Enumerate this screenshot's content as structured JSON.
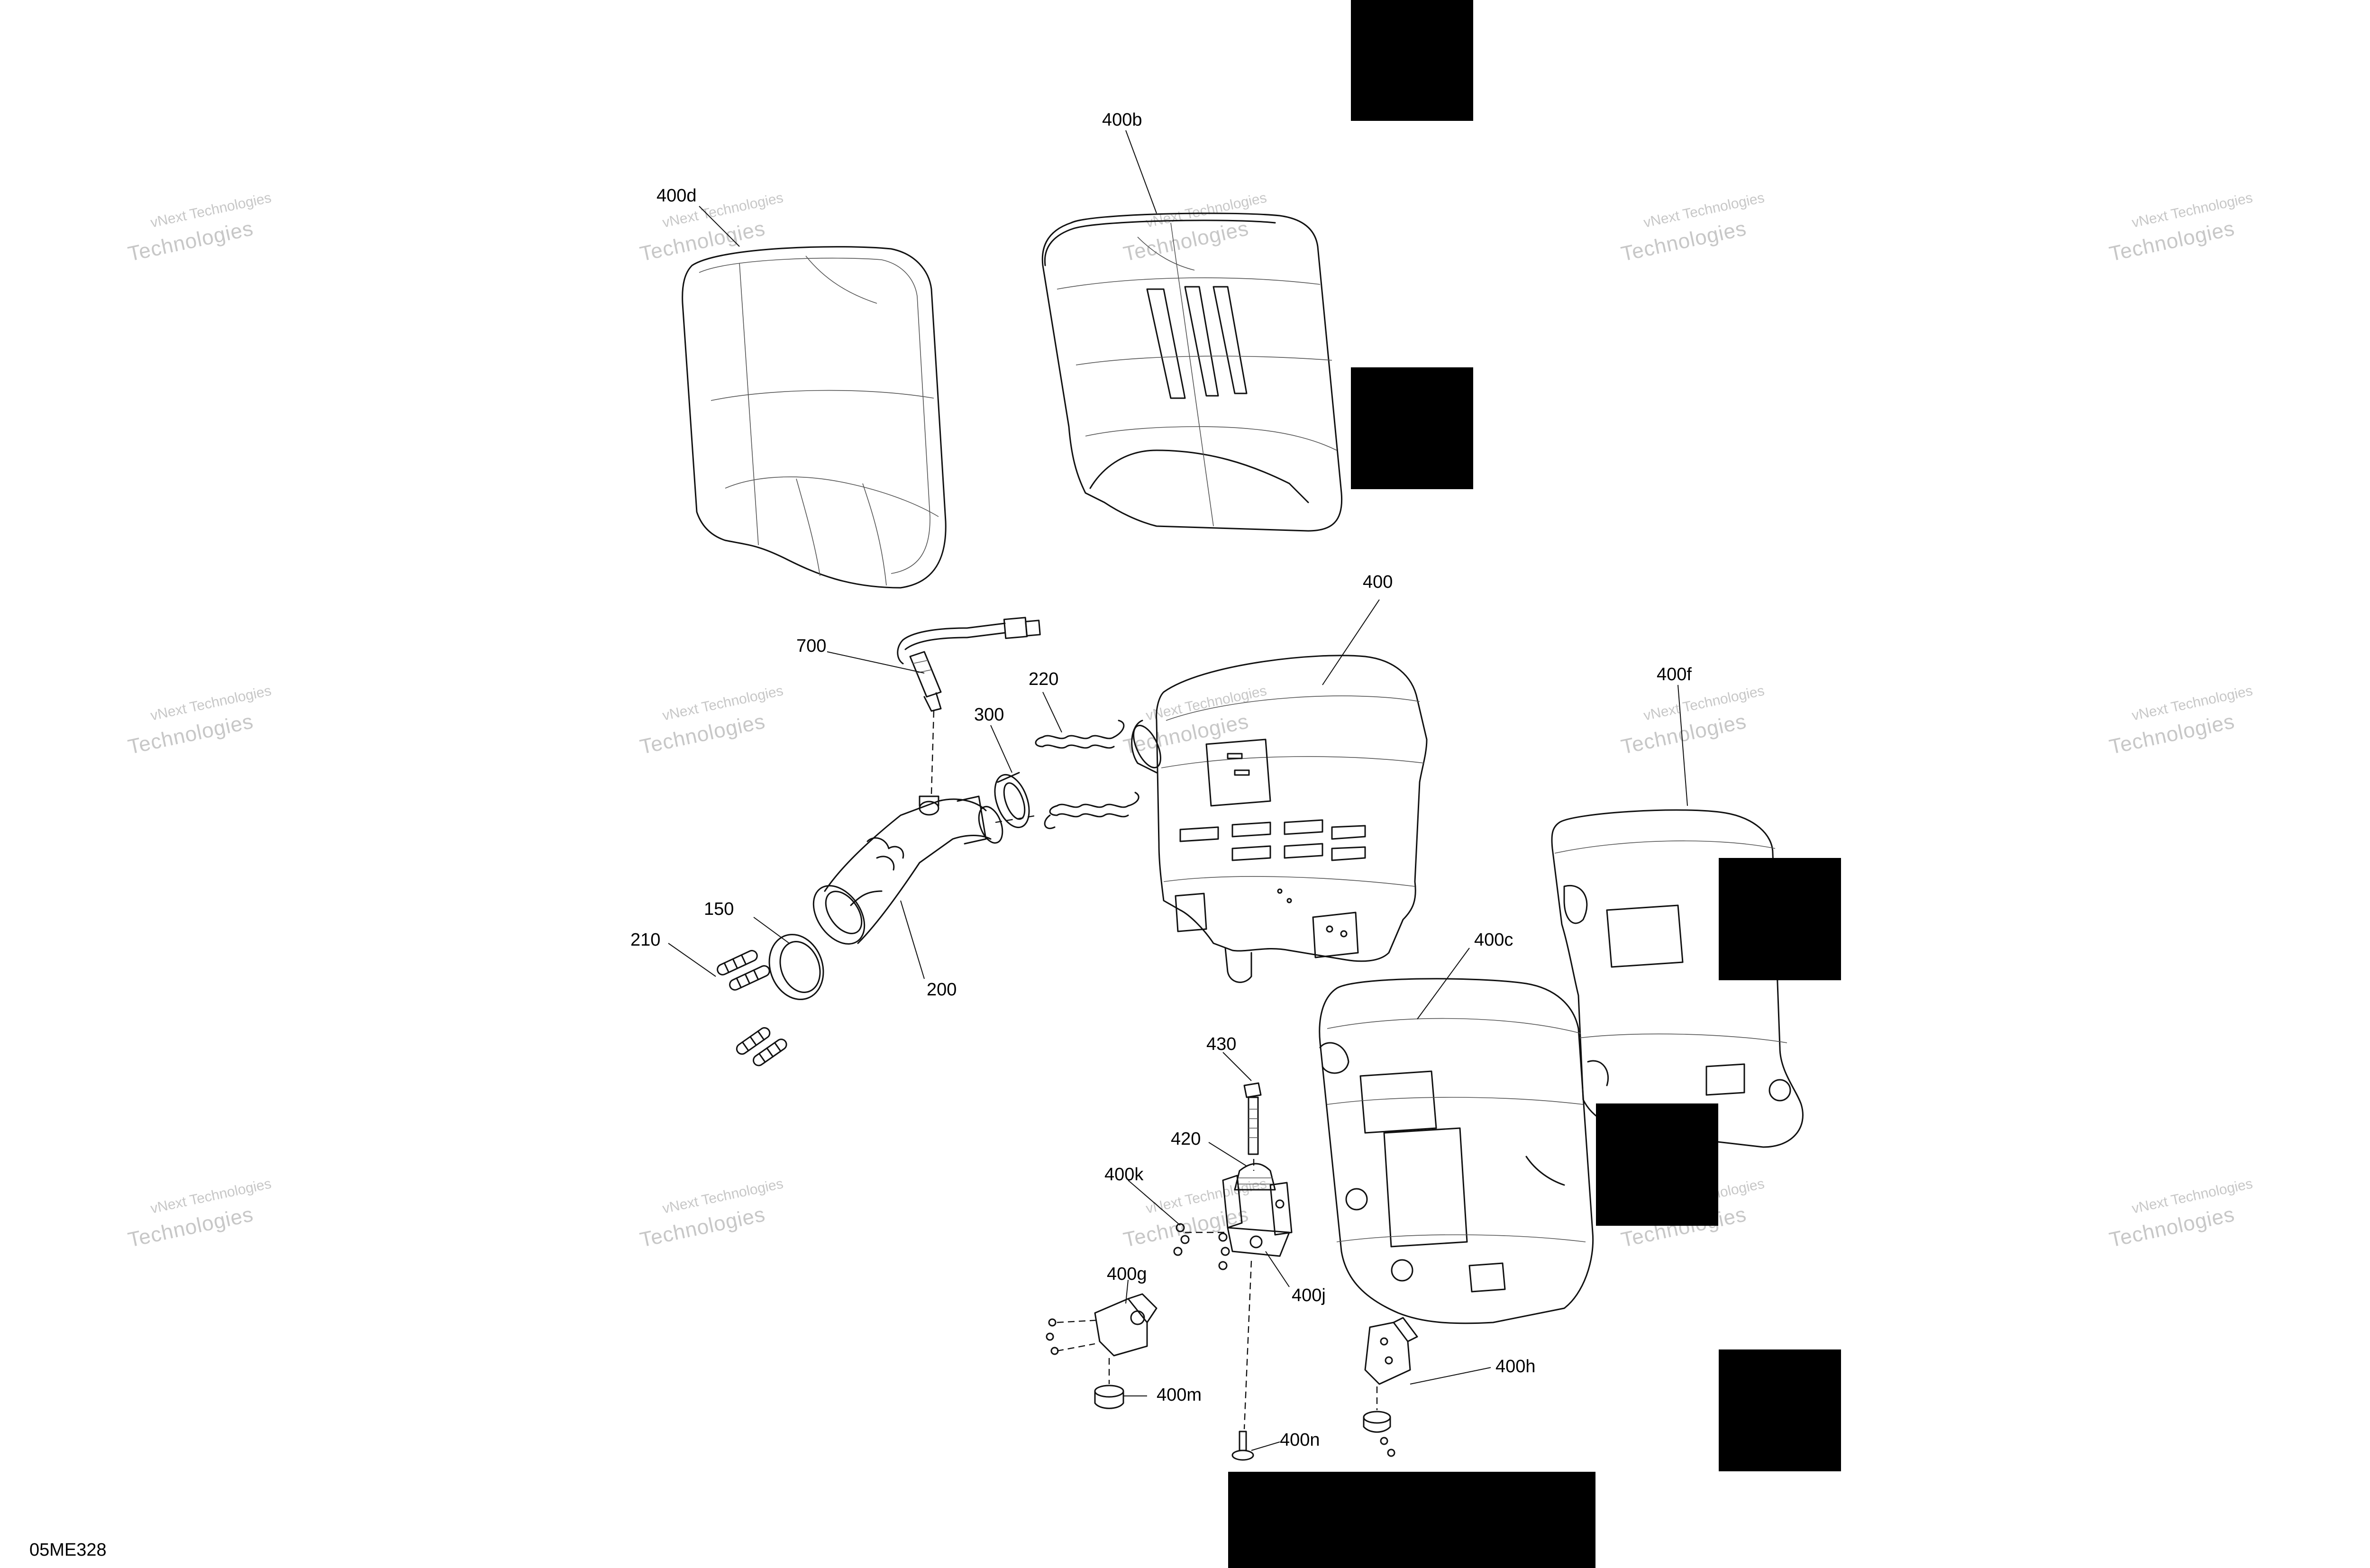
{
  "drawing_code": "05ME328",
  "watermark": {
    "line1": "vNext Technologies",
    "line2": "Technologies"
  },
  "callouts": {
    "c400d": "400d",
    "c400b": "400b",
    "c400": "400",
    "c400f": "400f",
    "c700": "700",
    "c220": "220",
    "c300": "300",
    "c150": "150",
    "c210": "210",
    "c200": "200",
    "c400c": "400c",
    "c430": "430",
    "c420": "420",
    "c400k": "400k",
    "c400j": "400j",
    "c400g": "400g",
    "c400m": "400m",
    "c400h": "400h",
    "c400n": "400n"
  },
  "colors": {
    "line": "#111111",
    "redaction": "#000000",
    "watermark": "#9a9a9a"
  }
}
